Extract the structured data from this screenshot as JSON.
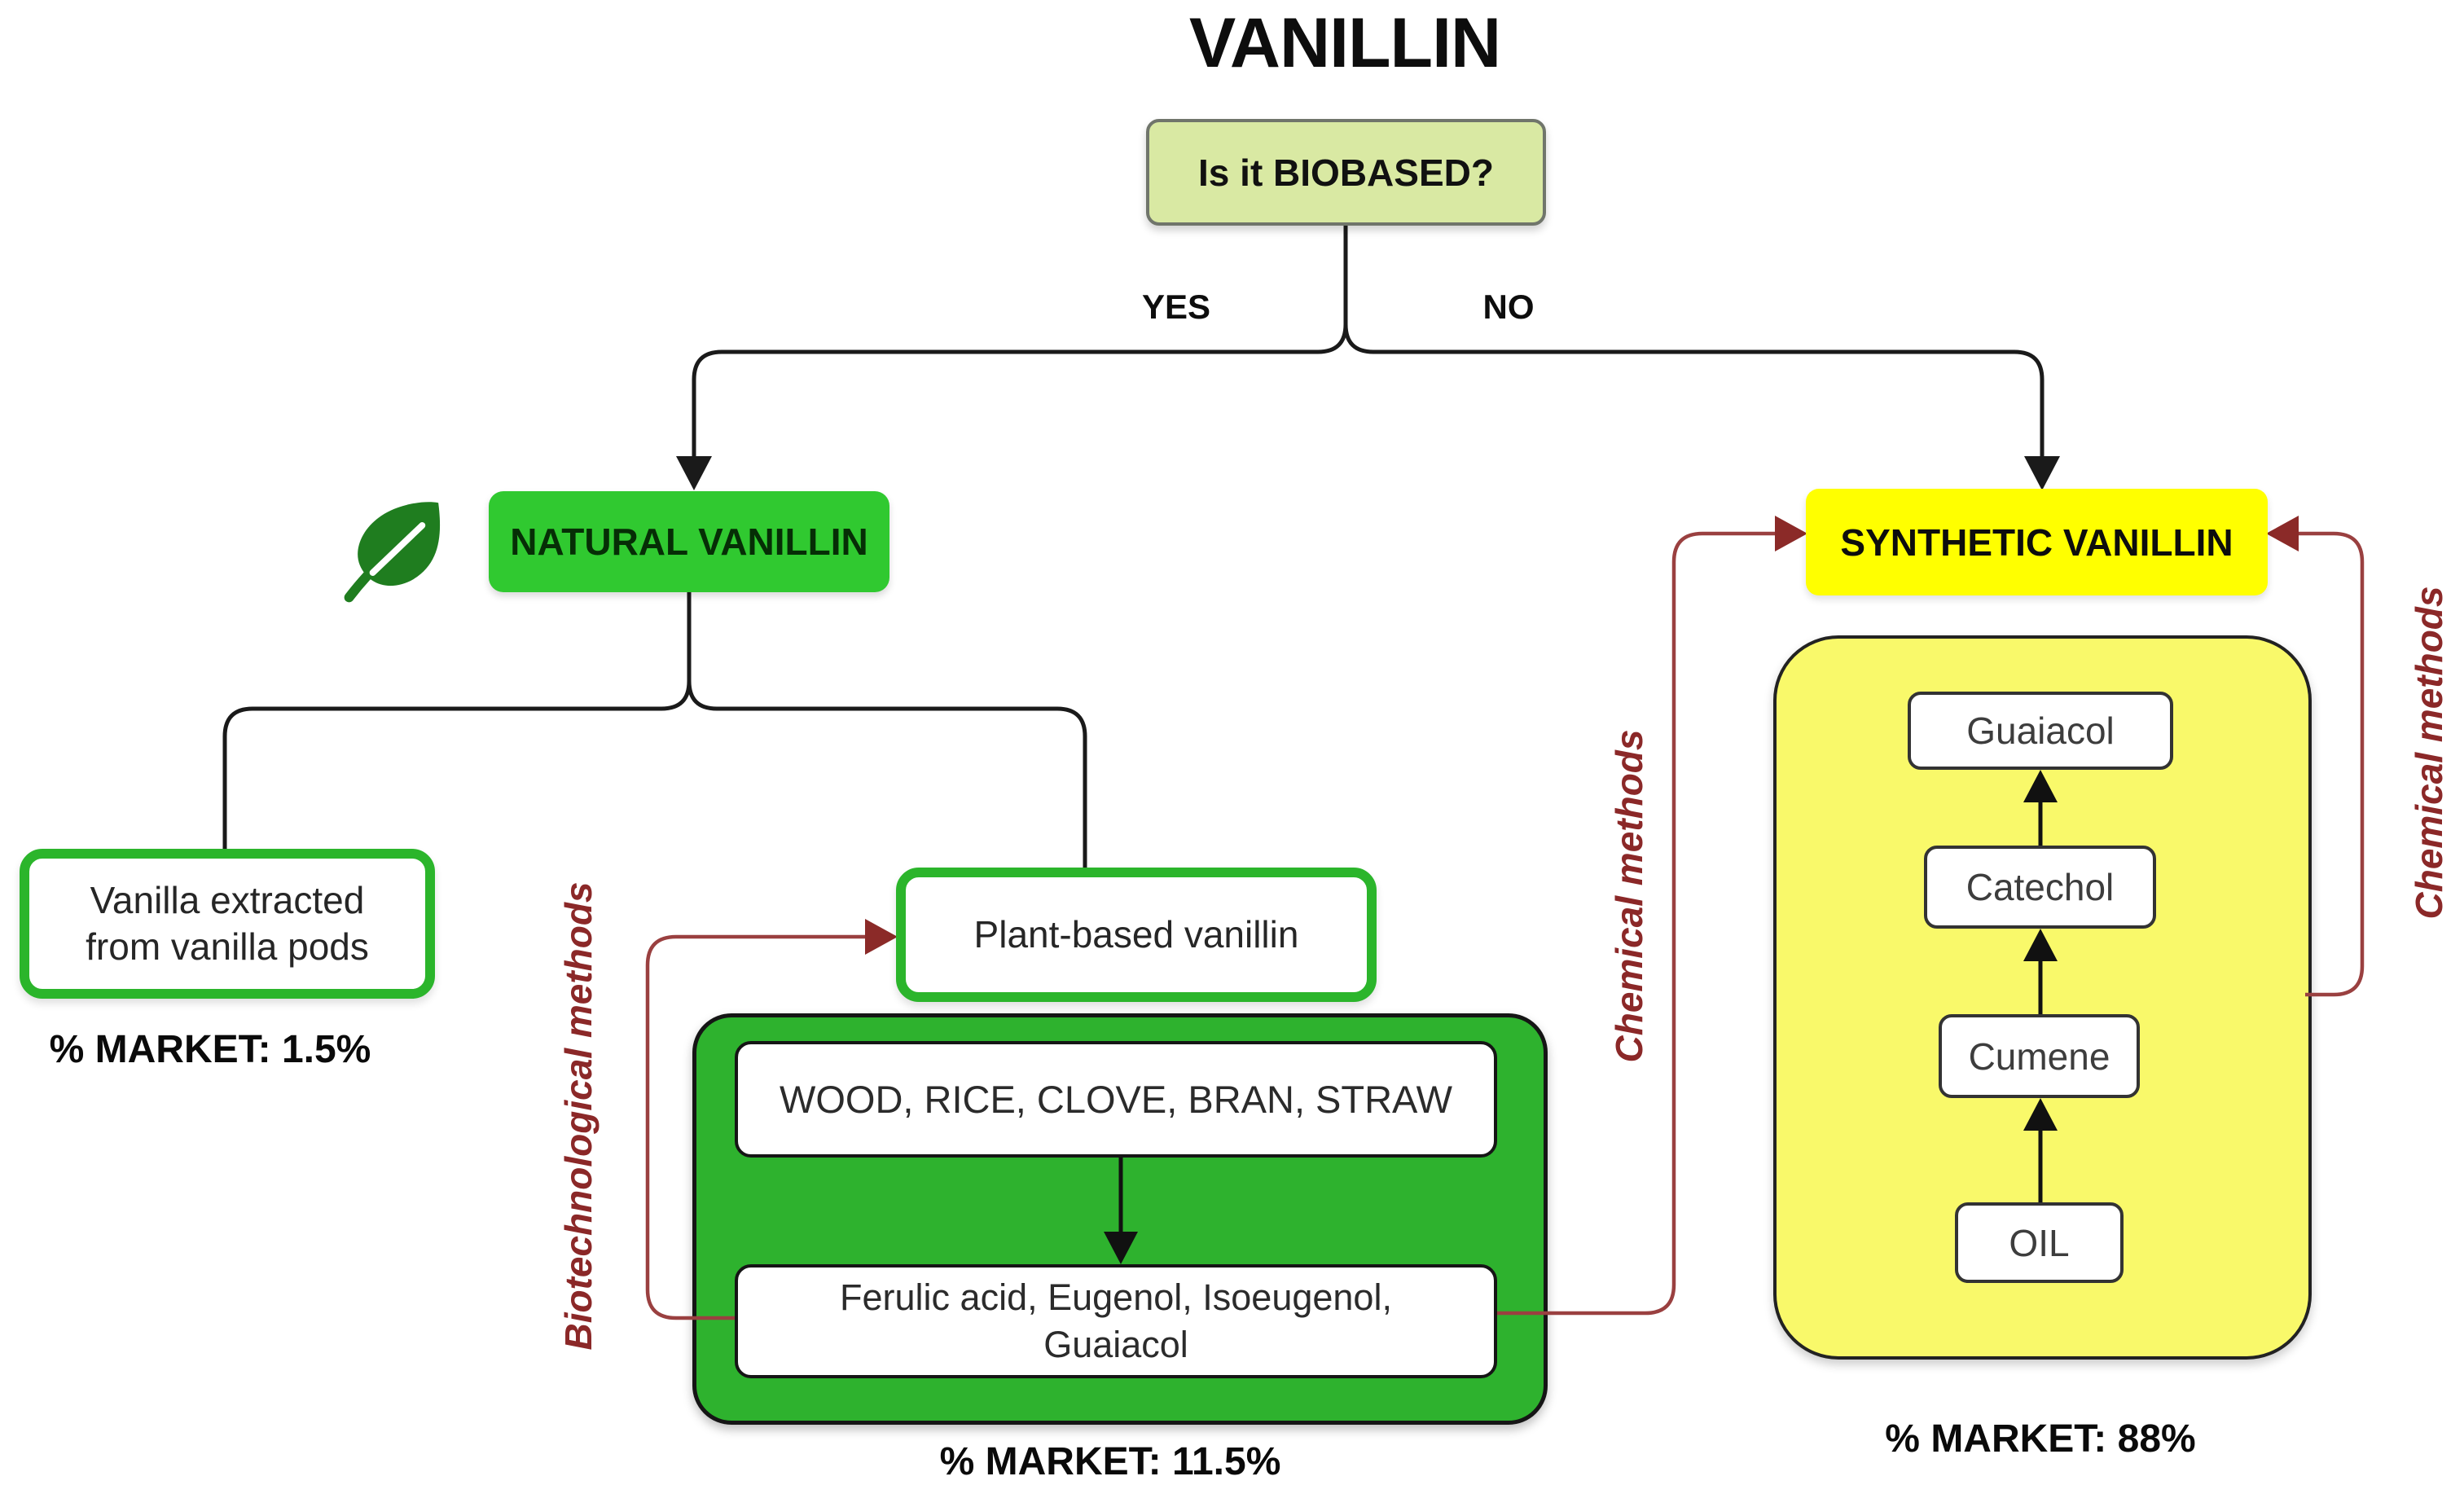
{
  "title": "VANILLIN",
  "decision": {
    "label": "Is it BIOBASED?",
    "yes": "YES",
    "no": "NO"
  },
  "natural": {
    "label": "NATURAL VANILLIN",
    "pods_line1": "Vanilla extracted",
    "pods_line2": "from vanilla pods",
    "pods_market": "% MARKET: 1.5%",
    "plant_label": "Plant-based vanillin",
    "sources": "WOOD, RICE, CLOVE, BRAN, STRAW",
    "precursors_line1": "Ferulic acid, Eugenol, Isoeugenol,",
    "precursors_line2": "Guaiacol",
    "plant_market": "% MARKET: 11.5%",
    "method_label": "Biotechnological methods"
  },
  "synthetic": {
    "label": "SYNTHETIC VANILLIN",
    "chain": [
      "Guaiacol",
      "Catechol",
      "Cumene",
      "OIL"
    ],
    "market": "% MARKET: 88%",
    "method_label_left": "Chemical methods",
    "method_label_right": "Chemical methods"
  },
  "colors": {
    "natural_green": "#30c930",
    "container_green": "#2eb22e",
    "border_green": "#2bb52b",
    "leaf_green": "#1f7d1f",
    "synthetic_yellow": "#ffff00",
    "container_yellow": "#f9f96a",
    "decision_green": "#d9e9a3",
    "method_red": "#9a4040",
    "method_text_red": "#8b2828",
    "line_black": "#1a1a1a"
  }
}
